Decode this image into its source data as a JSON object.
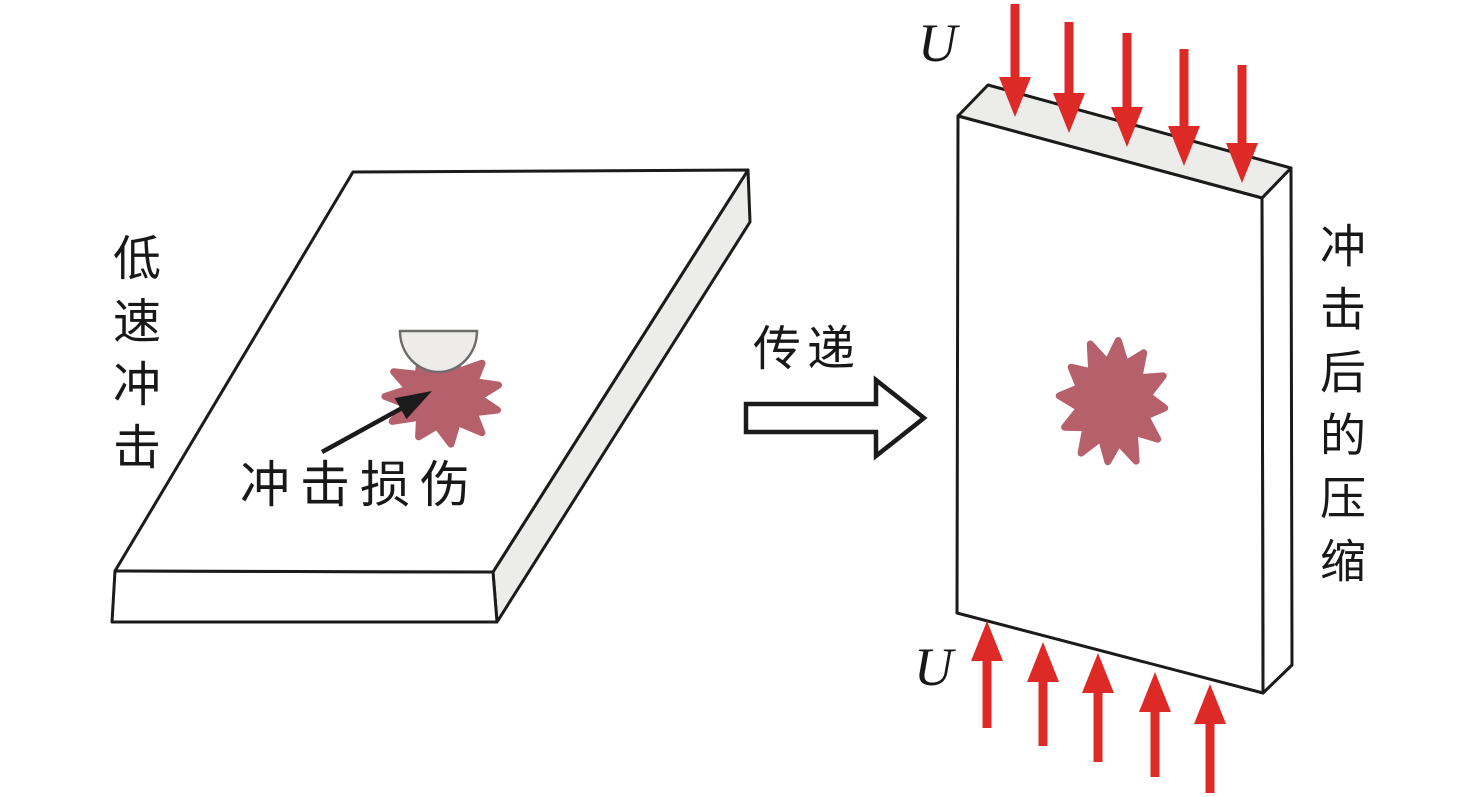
{
  "figure": {
    "left_stage_label": "低速冲击",
    "impact_damage_label": "冲击损伤",
    "transfer_label": "传递",
    "right_stage_label": "冲击后的压缩",
    "displacement_top_label": "U",
    "displacement_bottom_label": "U"
  },
  "colors": {
    "arrow_red": "#dd2a26",
    "damage_rose": "#b5606a",
    "face_gray": "#ececea",
    "impactor_fill": "#edece9",
    "outline": "#1b1b1b"
  }
}
